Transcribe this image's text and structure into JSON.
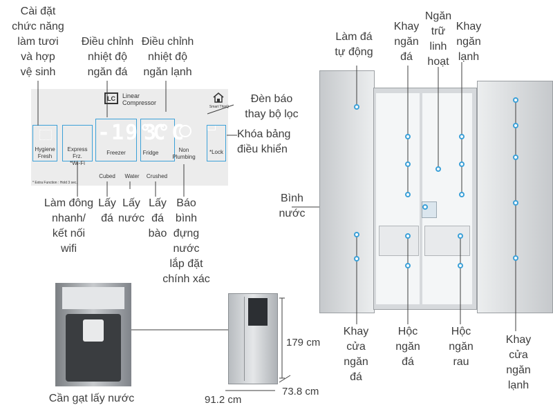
{
  "colors": {
    "accent": "#3aa0d8",
    "label": "#3d3d3d",
    "panel": "#ececec",
    "steel": "#c9cccf"
  },
  "callouts": {
    "refresh": "Cài đặt\nchức năng\nlàm tươi\nvà hợp\nvệ sinh",
    "freezer_temp": "Điều chỉnh\nnhiệt độ\nngăn đá",
    "fridge_temp": "Điều chỉnh\nnhiệt độ\nngăn lạnh",
    "filter_light": "Đèn báo\nthay bộ lọc",
    "lock": "Khóa bảng\nđiều khiển",
    "express": "Làm đông\nnhanh/\nkết nối\nwifi",
    "cubed": "Lấy\nđá",
    "water": "Lấy\nnước",
    "crushed": "Lấy\nđá\nbào",
    "plumbing": "Báo\nbình\nđựng\nnước\nlắp đặt\nchính xác",
    "auto_ice": "Làm đá\ntự động",
    "ice_tray": "Khay\nngăn\nđá",
    "flex_shelf": "Ngăn\ntrữ\nlinh\nhoạt",
    "fridge_tray": "Khay\nngăn\nlạnh",
    "water_tank": "Bình\nnước",
    "freezer_door_tray": "Khay\ncửa\nngăn\nđá",
    "ice_drawer": "Hộc\nngăn\nđá",
    "veg_drawer": "Hộc\nngăn\nrau",
    "fridge_door_tray": "Khay\ncửa\nngăn\nlạnh",
    "dispenser_lever": "Cần gạt lấy nước"
  },
  "panel": {
    "lc_badge": "LC",
    "compressor": "Linear\nCompressor",
    "smart_thinq": "Smart ThinQ",
    "hygiene": "Hygiene\nFresh",
    "express": "Express Frz.\n*Wi-Fi",
    "freezer_display": "-19°C",
    "freezer": "Freezer",
    "fridge_display": "3°C",
    "fridge": "Fridge",
    "plumbing": "Non\nPlumbing",
    "lock": "*Lock",
    "cubed": "Cubed",
    "water": "Water",
    "crushed": "Crushed",
    "note": "* Extra Function : Hold 3 sec."
  },
  "dimensions": {
    "height": "179 cm",
    "depth": "73.8 cm",
    "width": "91.2 cm"
  }
}
